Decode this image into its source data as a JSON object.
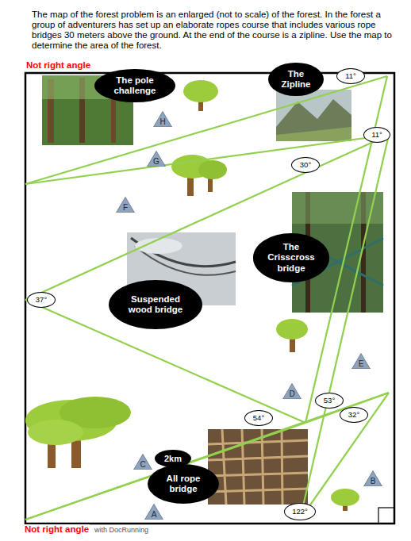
{
  "diagram": {
    "title": "The map of the forest problem is an enlarged (not to scale) of the forest. In the forest a group of adventurers has set up an elaborate ropes course that includes various rope bridges 30 meters above the ground. At the end of the course is a zipline. Use the map to determine the area of the forest.",
    "nodes": [
      {
        "text": [
          "11°"
        ]
      },
      {
        "text": [
          "The Zipline"
        ]
      },
      {
        "text": [
          "The pole challenge"
        ]
      },
      {
        "text": [
          "H"
        ]
      },
      {
        "text": [
          "11°"
        ]
      },
      {
        "text": [
          "G"
        ]
      },
      {
        "text": [
          "30°"
        ]
      },
      {
        "text": [
          "F"
        ]
      },
      {
        "text": [
          "The Crisscross bridge"
        ]
      },
      {
        "text": [
          "37°"
        ]
      },
      {
        "text": [
          "Suspended wood bridge"
        ]
      },
      {
        "text": [
          "E"
        ]
      },
      {
        "text": [
          "D"
        ]
      },
      {
        "text": [
          "53°"
        ]
      },
      {
        "text": [
          "54°"
        ]
      },
      {
        "text": [
          "32°"
        ]
      },
      {
        "text": [
          "2km"
        ]
      },
      {
        "text": [
          "C"
        ]
      },
      {
        "text": [
          "All rope bridge"
        ]
      },
      {
        "text": [
          "B"
        ]
      },
      {
        "text": [
          "A"
        ]
      },
      {
        "text": [
          "122°"
        ]
      }
    ],
    "labels": [
      "Not right angle",
      "Not right angle",
      "with DocRunning"
    ]
  }
}
